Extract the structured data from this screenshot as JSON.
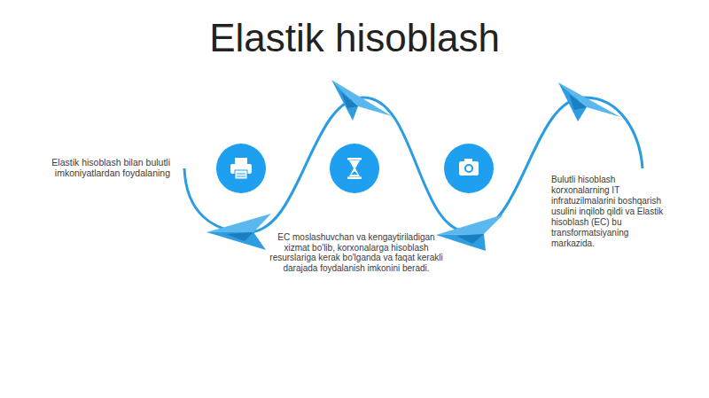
{
  "diagram": {
    "title": "Elastik hisoblash",
    "labels": [
      "Elastik hisoblash bilan bulutli imkoniyatlardan foydalaning",
      "EC moslashuvchan va kengaytiriladigan xizmat bo'lib, korxonalarga hisoblash resurslariga kerak bo'lganda va faqat kerakli darajada foydalanish imkonini beradi.",
      "Bulutli hisoblash korxonalarning IT infratuzilmalarini boshqarish usulini inqilob qildi va Elastik hisoblash (EC) bu transformatsiyaning markazida."
    ]
  }
}
